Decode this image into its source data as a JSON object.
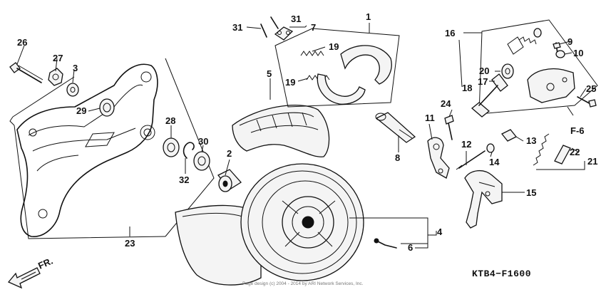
{
  "callouts": {
    "p1": "1",
    "p2": "2",
    "p3": "3",
    "p4": "4",
    "p5": "5",
    "p6": "6",
    "p7": "7",
    "p8": "8",
    "p9": "9",
    "p10": "10",
    "p11": "11",
    "p12": "12",
    "p13": "13",
    "p14": "14",
    "p15": "15",
    "p16": "16",
    "p17": "17",
    "p18": "18",
    "p19a": "19",
    "p19b": "19",
    "p20": "20",
    "p21": "21",
    "p22": "22",
    "p23": "23",
    "p24": "24",
    "p25": "25",
    "p26": "26",
    "p27": "27",
    "p28": "28",
    "p29": "29",
    "p30": "30",
    "p31a": "31",
    "p31b": "31",
    "p32": "32"
  },
  "reference": "F-6",
  "direction": "FR.",
  "diagram_code": "KTB4−F1600",
  "copyright": "Page design (c) 2004 - 2014 by ARI Network Services, Inc."
}
